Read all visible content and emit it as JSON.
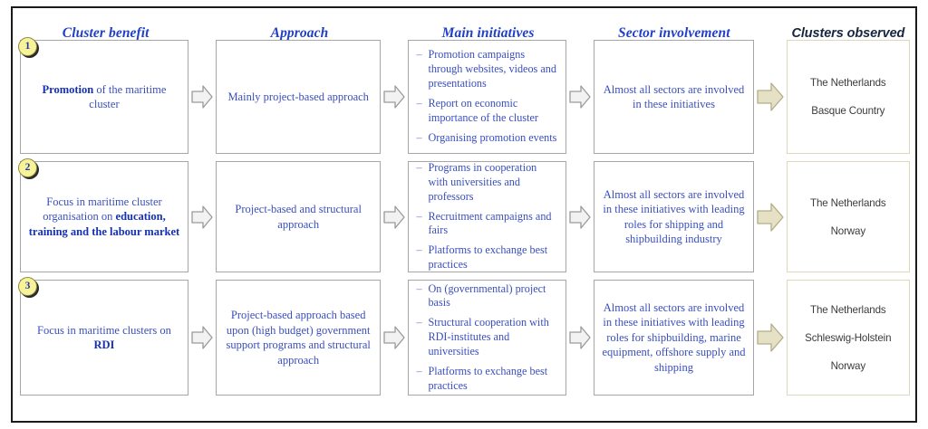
{
  "headers": [
    {
      "label": "Cluster benefit",
      "style": "serif-italic-blue"
    },
    {
      "label": "Approach",
      "style": "serif-italic-blue"
    },
    {
      "label": "Main initiatives",
      "style": "serif-italic-blue"
    },
    {
      "label": "Sector involvement",
      "style": "serif-italic-blue"
    },
    {
      "label": "Clusters observed",
      "style": "sans-italic-dark"
    }
  ],
  "colors": {
    "header_blue": "#2040c8",
    "header_dark": "#17263f",
    "body_blue": "#3a4fbe",
    "bold_blue": "#1430b4",
    "box_border": "#a6a6a6",
    "cluster_border": "#ddd8bc",
    "badge_fill": "#f7f39a",
    "badge_text": "#22379f",
    "arrow_gray_stroke": "#9a9a9a",
    "arrow_gray_fill": "#f2f2f2",
    "arrow_beige_fill": "#e6e1c4",
    "arrow_beige_stroke": "#b3ac86",
    "frame_border": "#1a1a1a"
  },
  "rows": [
    {
      "badge": "1",
      "benefit_html": "<b>Promotion</b> of the maritime cluster",
      "benefit_text": "Promotion of the maritime cluster",
      "approach": "Mainly project-based approach",
      "initiatives": [
        "Promotion campaigns through websites, videos and presentations",
        "Report on economic importance of the cluster",
        "Organising promotion events"
      ],
      "sector": "Almost all sectors are involved in these initiatives",
      "clusters": [
        "The Netherlands",
        "Basque Country"
      ]
    },
    {
      "badge": "2",
      "benefit_html": "Focus in maritime cluster organisation on <b>education, training and the labour market</b>",
      "benefit_text": "Focus in maritime cluster organisation on education, training and the labour market",
      "approach": "Project-based and structural approach",
      "initiatives": [
        "Programs in cooperation with universities and professors",
        "Recruitment campaigns and fairs",
        "Platforms to exchange best practices"
      ],
      "sector": "Almost all sectors are involved in these initiatives with leading roles for shipping and shipbuilding industry",
      "clusters": [
        "The Netherlands",
        "Norway"
      ]
    },
    {
      "badge": "3",
      "benefit_html": "Focus in maritime clusters on <b>RDI</b>",
      "benefit_text": "Focus in maritime clusters on RDI",
      "approach": "Project-based approach based upon (high budget) government support programs and structural approach",
      "initiatives": [
        "On (governmental) project basis",
        "Structural cooperation with RDI-institutes and universities",
        "Platforms to exchange best practices"
      ],
      "sector": "Almost all sectors are involved in these initiatives with leading roles for shipbuilding, marine equipment, offshore supply and shipping",
      "clusters": [
        "The Netherlands",
        "Schleswig-Holstein",
        "Norway"
      ]
    }
  ],
  "icons": {
    "flow_arrow": "right-block-arrow",
    "result_arrow": "right-block-arrow-filled",
    "bullet_dash": "–"
  }
}
